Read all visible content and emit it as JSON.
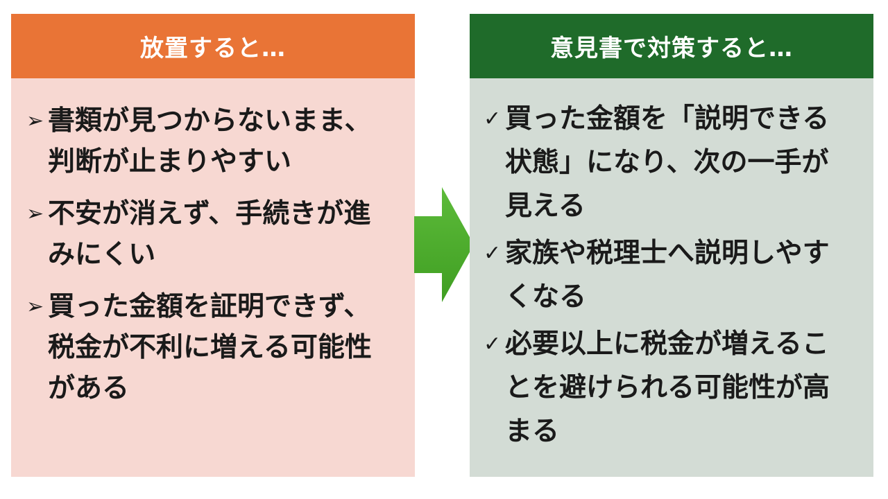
{
  "left_panel": {
    "title": "放置すると…",
    "bullet_icon": "arrowhead-bullet",
    "items": [
      "書類が見つからないまま、判断が止まりやすい",
      "不安が消えず、手続きが進みにくい",
      "買った金額を証明できず、税金が不利に増える可能性がある"
    ],
    "colors": {
      "header": "#E97436",
      "body": "#F7D8D2"
    }
  },
  "right_panel": {
    "title": "意見書で対策すると…",
    "bullet_icon": "check-icon",
    "items": [
      "買った金額を「説明できる状態」になり、次の一手が見える",
      "家族や税理士へ説明しやすくなる",
      "必要以上に税金が増えることを避けられる可能性が高まる"
    ],
    "colors": {
      "header": "#1F6B2A",
      "body": "#D3DCD5"
    }
  },
  "marks": {
    "left": "➢",
    "right": "✓"
  },
  "arrow_color": "#4CAF2A"
}
